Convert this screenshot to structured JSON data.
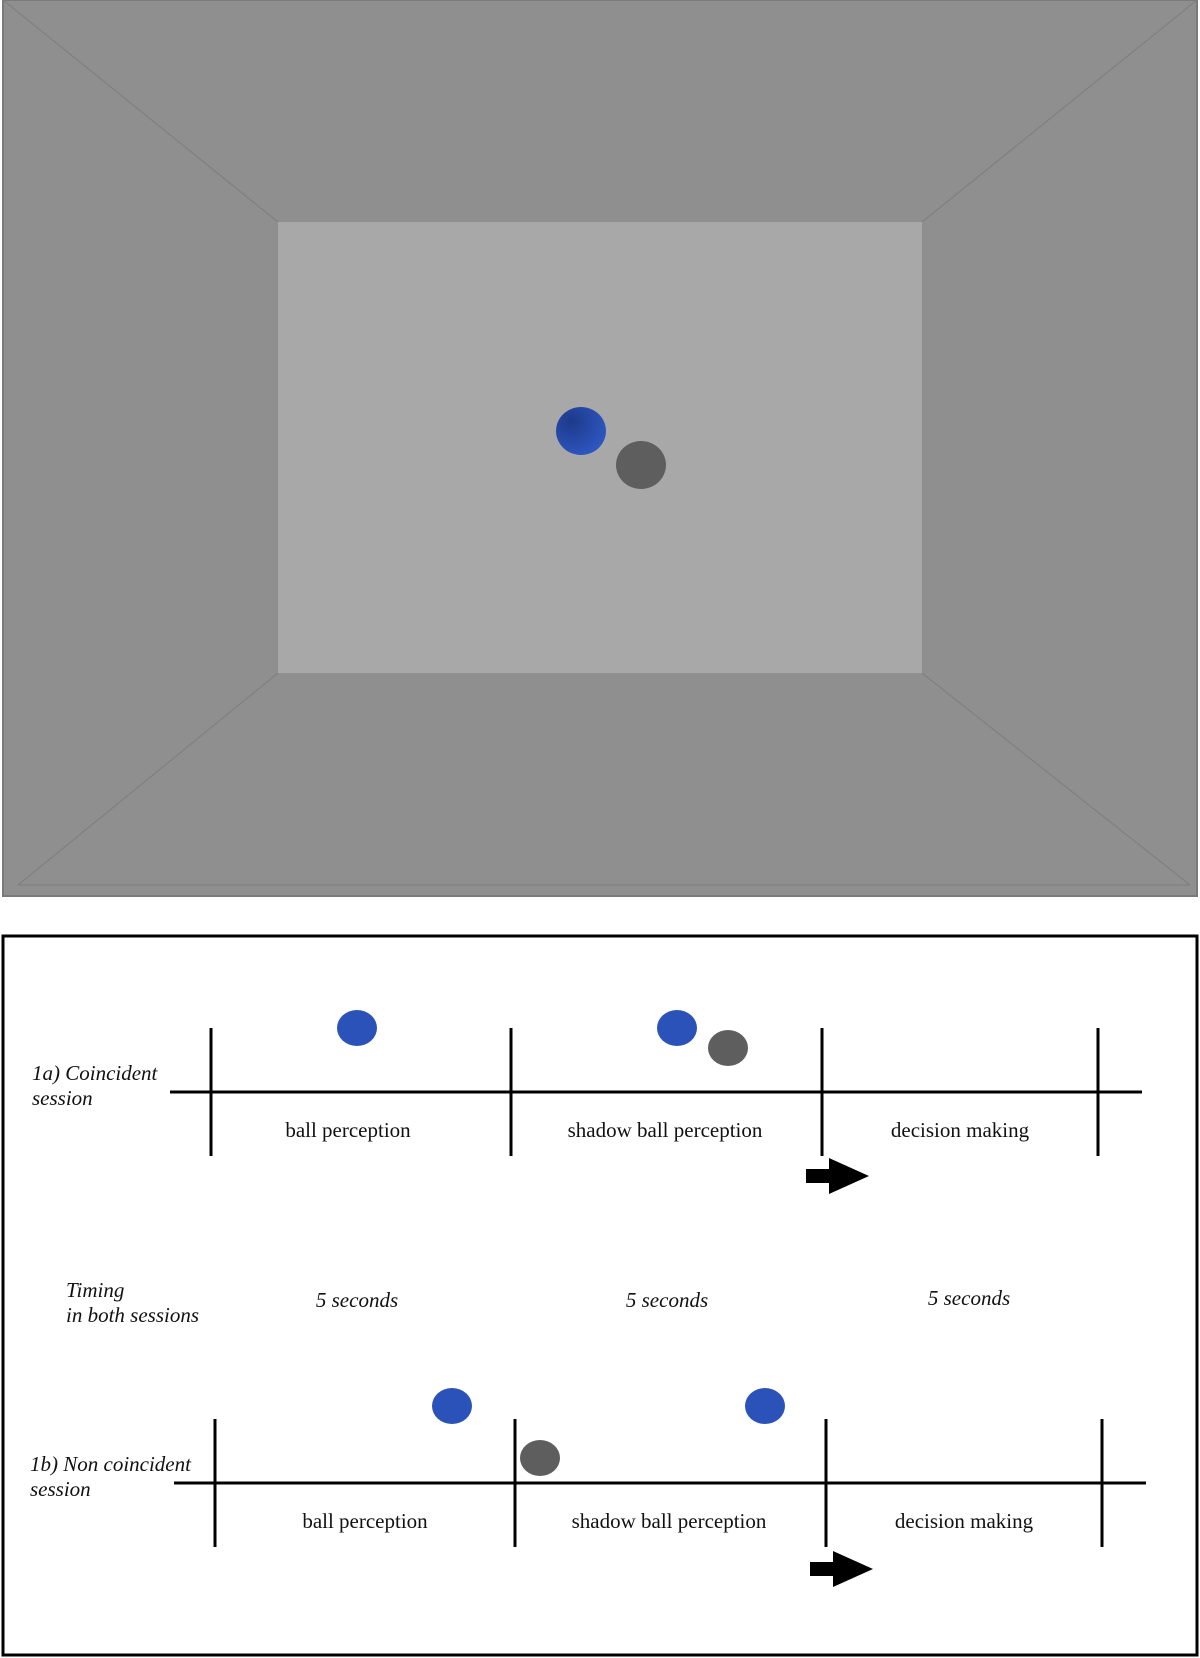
{
  "colors": {
    "wall": "#8f8f8f",
    "floor": "#a8a8a8",
    "room_edge": "#7a7a7a",
    "ball_blue": "#2b52b8",
    "ball_blue_dark": "#1d3a8a",
    "shadow_ball": "#5e5e5e",
    "timeline": "#000000"
  },
  "icons": {
    "arrow": "right-arrow-icon",
    "ball": "blue-ball",
    "shadow": "grey-shadow-ball"
  },
  "sessions": [
    {
      "label_line1": "1a) Coincident",
      "label_line2": "session",
      "phases": [
        "ball perception",
        "shadow ball perception",
        "decision making"
      ]
    },
    {
      "label_line1": "1b) Non coincident",
      "label_line2": "session",
      "phases": [
        "ball perception",
        "shadow ball perception",
        "decision making"
      ]
    }
  ],
  "timing": {
    "label_line1": "Timing",
    "label_line2": "in both sessions",
    "durations": [
      "5 seconds",
      "5 seconds",
      "5 seconds"
    ]
  }
}
